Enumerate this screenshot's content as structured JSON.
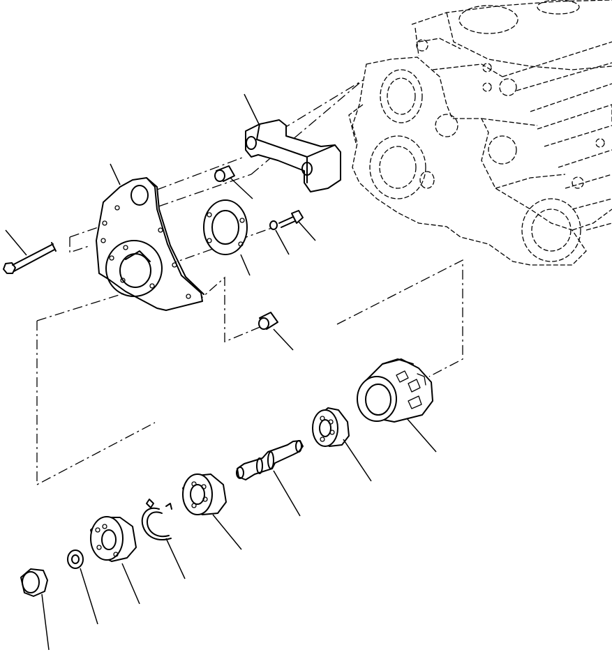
{
  "diagram": {
    "parts": [
      {
        "id": "bolt-long"
      },
      {
        "id": "mounting-plate"
      },
      {
        "id": "bracket"
      },
      {
        "id": "dowel-sleeve"
      },
      {
        "id": "gasket-ring"
      },
      {
        "id": "lock-washer"
      },
      {
        "id": "small-bolt"
      },
      {
        "id": "spacer-collar"
      },
      {
        "id": "housing"
      },
      {
        "id": "bearing-inner"
      },
      {
        "id": "shaft"
      },
      {
        "id": "bearing-outer"
      },
      {
        "id": "snap-ring"
      },
      {
        "id": "pulley-hub"
      },
      {
        "id": "washer"
      },
      {
        "id": "nut"
      },
      {
        "id": "engine-block"
      }
    ],
    "line_color": "#000000",
    "background": "#ffffff"
  }
}
